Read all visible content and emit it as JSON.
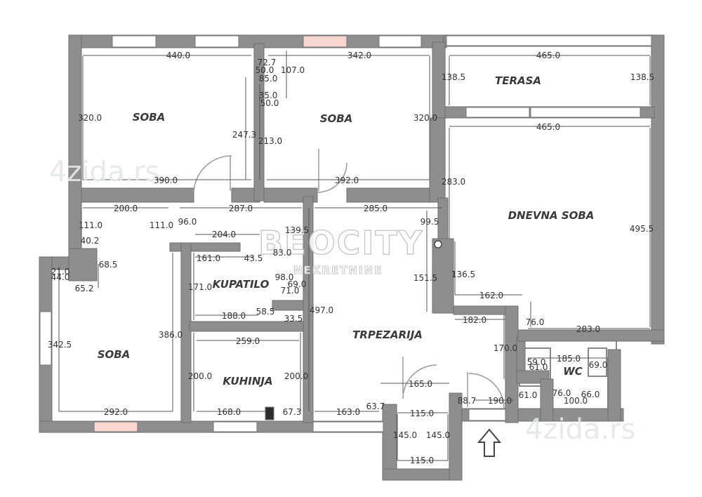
{
  "colors": {
    "wall": "#8e8e8e",
    "wall_edge": "#6f6f6f",
    "dim_line": "#555555",
    "window": "#ffffff",
    "window_pink": "#f6d6cf"
  },
  "watermark": {
    "brand": "BEOCITY",
    "sub": "NEKRETNINE",
    "site": "4zida.rs"
  },
  "rooms": {
    "soba_1": "SOBA",
    "soba_2": "SOBA",
    "terasa": "TERASA",
    "dnevna_soba": "DNEVNA SOBA",
    "kupatilo": "KUPATILO",
    "trpezarija": "TRPEZARIJA",
    "kuhinja": "KUHINJA",
    "wc": "WC",
    "soba_3": "SOBA"
  },
  "dims": {
    "d440": "440.0",
    "d342": "342.0",
    "d465a": "465.0",
    "d465b": "465.0",
    "d138a": "138.5",
    "d138b": "138.5",
    "d72": "72.7",
    "d50a": "50.0",
    "d107": "107.0",
    "d85": "85.0",
    "d35": "35.0",
    "d50b": "50.0",
    "d320a": "320.0",
    "d320b": "320.0",
    "d247": "247.3",
    "d213": "213.0",
    "d390": "390.0",
    "d392": "392.0",
    "d283a": "283.0",
    "d495": "495.5",
    "d200a": "200.0",
    "d287": "287.0",
    "d285": "285.0",
    "d99": "99.5",
    "d111a": "111.0",
    "d111b": "111.0",
    "d96": "96.0",
    "d204": "204.0",
    "d139": "139.5",
    "d40": "40.2",
    "d68": "68.5",
    "d161": "161.0",
    "d43": "43.5",
    "d83": "83.0",
    "d21": "21.0",
    "d44": "44.0",
    "d65": "65.2",
    "d98": "98.0",
    "d171": "171.0",
    "d69a": "69.0",
    "d71": "71.0",
    "d151": "151.5",
    "d136": "136.5",
    "d162": "162.0",
    "d497": "497.0",
    "d188": "188.0",
    "d58": "58.5",
    "d33": "33.5",
    "d182": "182.0",
    "d76a": "76.0",
    "d283b": "283.0",
    "d386": "386.0",
    "d342b": "342.5",
    "d259": "259.0",
    "d170": "170.0",
    "d185": "185.0",
    "d69b": "69.0",
    "d59": "59.0",
    "d61a": "61.0",
    "d200b": "200.0",
    "d200c": "200.0",
    "d165": "165.0",
    "d61b": "61.0",
    "d76b": "76.0",
    "d66": "66.0",
    "d88": "88.7",
    "d190": "190.0",
    "d100": "100.0",
    "d292": "292.0",
    "d168": "168.0",
    "d67": "67.3",
    "d163": "163.0",
    "d63": "63.7",
    "d115a": "115.0",
    "d145a": "145.0",
    "d145b": "145.0",
    "d115b": "115.0"
  }
}
